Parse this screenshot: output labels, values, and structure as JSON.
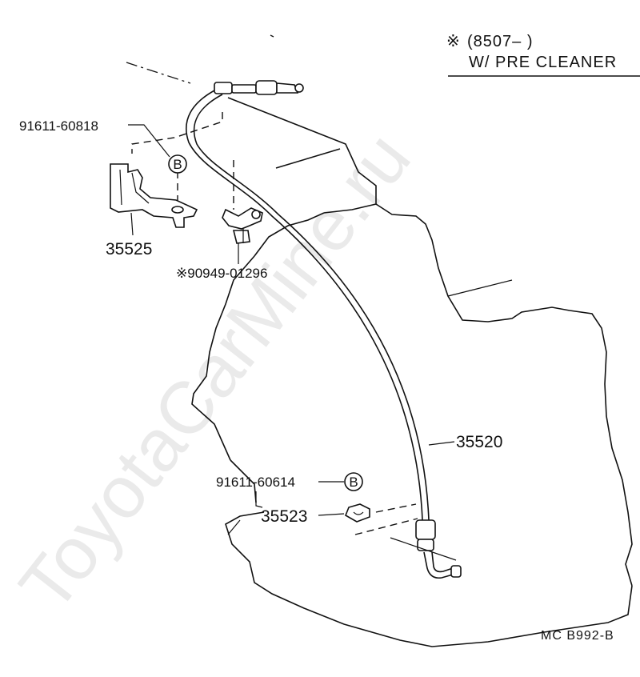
{
  "header": {
    "mark": "※",
    "range": "(8507–        )",
    "condition": "W/ PRE  CLEANER"
  },
  "labels": {
    "bolt_upper": "91611-60818",
    "bracket": "35525",
    "clamp": "※90949-01296",
    "cable": "35520",
    "bolt_lower": "91611-60614",
    "bracket_lower": "35523"
  },
  "markers": {
    "bolt_upper": "B",
    "bolt_lower": "B"
  },
  "watermark": "ToyotaCarMine.ru",
  "diagram_code": "MC  B992-B"
}
